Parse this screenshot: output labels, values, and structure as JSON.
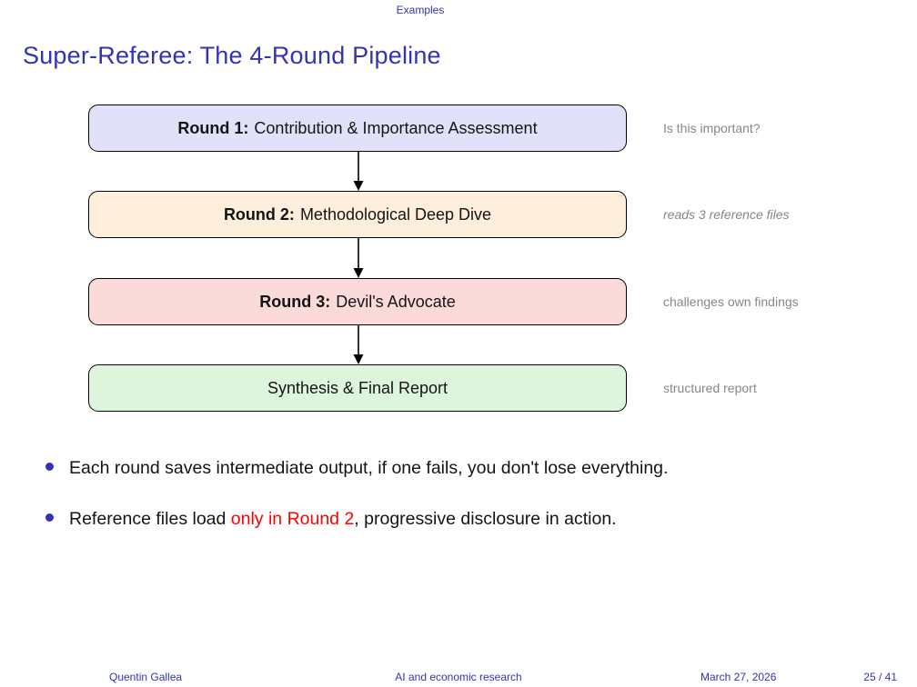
{
  "header": {
    "section": "Examples"
  },
  "slide": {
    "title": "Super-Referee: The 4-Round Pipeline"
  },
  "pipeline": {
    "rounds": [
      {
        "prefix": "Round 1:",
        "label": "Contribution & Importance Assessment",
        "note": "Is this important?",
        "fill": "#E1E1F9"
      },
      {
        "prefix": "Round 2:",
        "label": "Methodological Deep Dive",
        "note": "reads 3 reference files",
        "fill": "#FEEEDC"
      },
      {
        "prefix": "Round 3:",
        "label": "Devil's Advocate",
        "note": "challenges own findings",
        "fill": "#FBDADA"
      },
      {
        "prefix": "",
        "label": "Synthesis & Final Report",
        "note": "structured report",
        "fill": "#DDF4DD"
      }
    ]
  },
  "bullets": [
    {
      "text": "Each round saves intermediate output, if one fails, you don't lose everything."
    },
    {
      "pre": "Reference files load ",
      "highlight": "only in Round 2",
      "post": ", progressive disclosure in action."
    }
  ],
  "footer": {
    "author": "Quentin Gallea",
    "title": "AI and economic research",
    "date": "March 27, 2026",
    "page": "25 / 41"
  },
  "colors": {
    "structure_blue": "#3333B3",
    "note_gray": "#868686",
    "highlight_red": "#FF0000",
    "box_border": "#000000"
  }
}
